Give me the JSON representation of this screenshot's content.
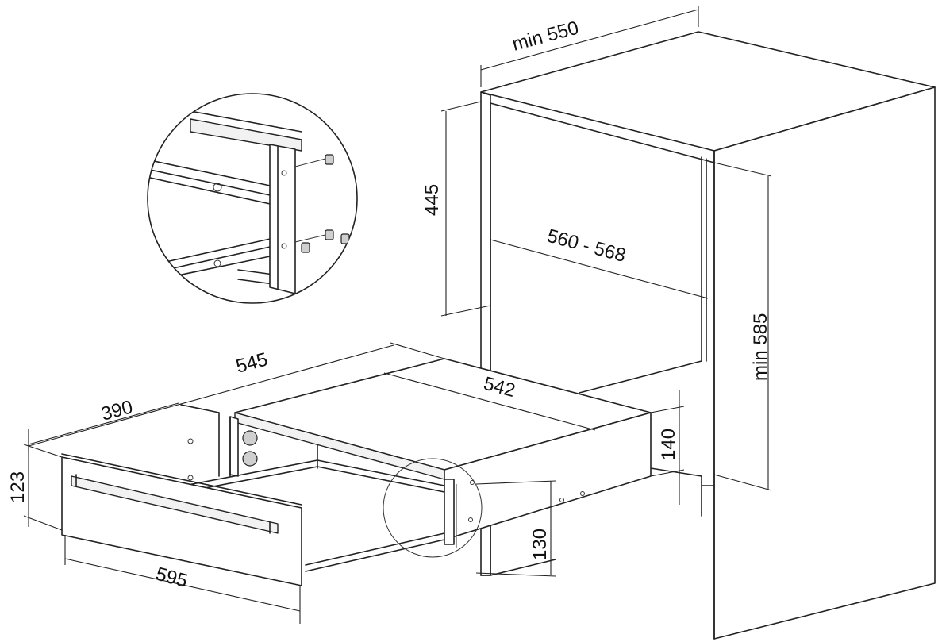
{
  "dimensions": {
    "niche_depth_min": "min 550",
    "niche_upper_height": "445",
    "niche_width": "560 - 568",
    "niche_height_min": "min 585",
    "device_depth": "545",
    "device_side_depth": "390",
    "device_top_depth": "542",
    "device_height": "140",
    "front_height": "123",
    "front_width": "595",
    "gap_height": "130"
  },
  "icons": [
    "detail-magnifier-icon",
    "screw-icon",
    "handle-icon"
  ]
}
